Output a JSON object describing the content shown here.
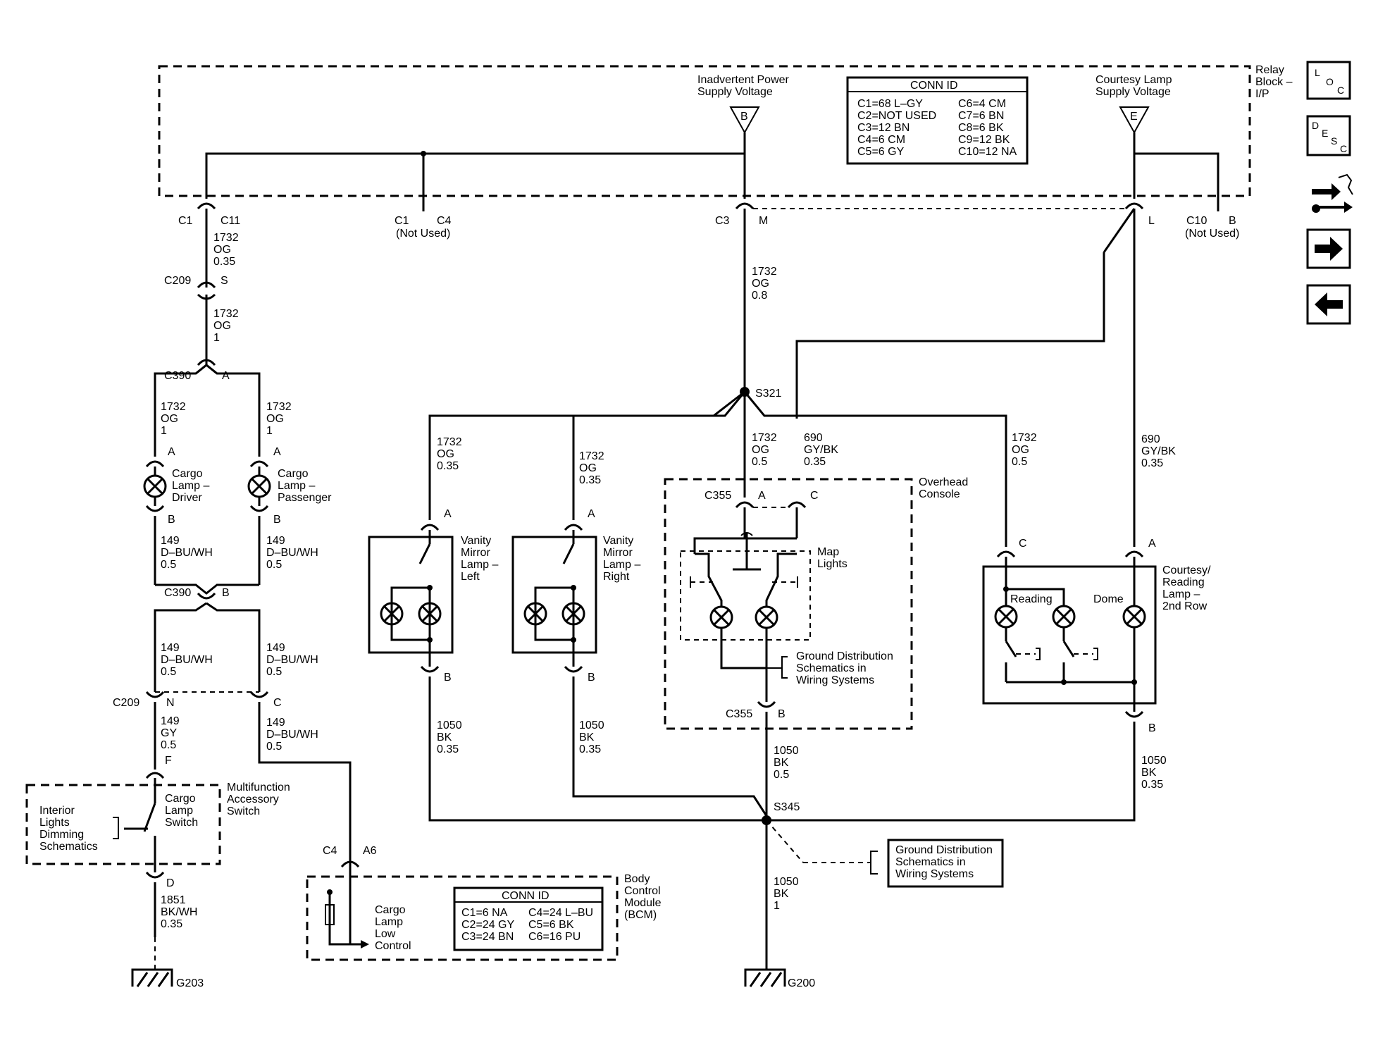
{
  "relay_block": {
    "label_1": "Relay",
    "label_2": "Block –",
    "label_3": "I/P"
  },
  "supplies": {
    "inadvertent": {
      "line1": "Inadvertent Power",
      "line2": "Supply Voltage",
      "pin": "B"
    },
    "courtesy": {
      "line1": "Courtesy Lamp",
      "line2": "Supply Voltage",
      "pin": "E"
    }
  },
  "conn_id_relay": {
    "title": "CONN ID",
    "left": [
      "C1=68 L–GY",
      "C2=NOT USED",
      "C3=12 BN",
      "C4=6 CM",
      "C5=6 GY"
    ],
    "right": [
      "C6=4 CM",
      "C7=6 BN",
      "C8=6 BK",
      "C9=12 BK",
      "C10=12 NA"
    ]
  },
  "conn_id_bcm": {
    "title": "CONN ID",
    "left": [
      "C1=6 NA",
      "C2=24 GY",
      "C3=24 BN"
    ],
    "right": [
      "C4=24 L–BU",
      "C5=6 BK",
      "C6=16 PU"
    ]
  },
  "nav": {
    "loc": [
      "L",
      "O",
      "C"
    ],
    "desc": [
      "D",
      "E",
      "S",
      "C"
    ]
  },
  "connectors": {
    "c1": "C1",
    "c11": "C11",
    "c1b": "C1",
    "c4": "C4",
    "not_used": "(Not Used)",
    "c3": "C3",
    "m": "M",
    "l": "L",
    "c10": "C10",
    "b": "B",
    "not_used2": "(Not Used)",
    "c209a": "C209",
    "s": "S",
    "c390a": "C390",
    "a": "A",
    "c390b": "C390",
    "b2": "B",
    "c209b": "C209",
    "n": "N",
    "c": "C",
    "f": "F",
    "d": "D",
    "c4b": "C4",
    "a6": "A6",
    "s321": "S321",
    "s345": "S345",
    "c355a": "C355",
    "c355b": "C355",
    "pin_a": "A",
    "pin_b": "B",
    "pin_c": "C"
  },
  "wires": {
    "w1732_og_035": [
      "1732",
      "OG",
      "0.35"
    ],
    "w1732_og_1": [
      "1732",
      "OG",
      "1"
    ],
    "w1732_og_08": [
      "1732",
      "OG",
      "0.8"
    ],
    "w1732_og_05": [
      "1732",
      "OG",
      "0.5"
    ],
    "w690": [
      "690",
      "GY/BK",
      "0.35"
    ],
    "w149_05": [
      "149",
      "D–BU/WH",
      "0.5"
    ],
    "w149_gy": [
      "149",
      "GY",
      "0.5"
    ],
    "w1851": [
      "1851",
      "BK/WH",
      "0.35"
    ],
    "w1050_035": [
      "1050",
      "BK",
      "0.35"
    ],
    "w1050_05": [
      "1050",
      "BK",
      "0.5"
    ],
    "w1050_1": [
      "1050",
      "BK",
      "1"
    ]
  },
  "components": {
    "cargo_driver": [
      "Cargo",
      "Lamp –",
      "Driver"
    ],
    "cargo_passenger": [
      "Cargo",
      "Lamp –",
      "Passenger"
    ],
    "vanity_left": [
      "Vanity",
      "Mirror",
      "Lamp –",
      "Left"
    ],
    "vanity_right": [
      "Vanity",
      "Mirror",
      "Lamp –",
      "Right"
    ],
    "overhead": [
      "Overhead",
      "Console"
    ],
    "map_lights": [
      "Map",
      "Lights"
    ],
    "courtesy": [
      "Courtesy/",
      "Reading",
      "Lamp –",
      "2nd Row"
    ],
    "reading": "Reading",
    "dome": "Dome",
    "multifunction": [
      "Multifunction",
      "Accessory",
      "Switch"
    ],
    "cargo_switch": [
      "Cargo",
      "Lamp",
      "Switch"
    ],
    "dimming": [
      "Interior",
      "Lights",
      "Dimming",
      "Schematics"
    ],
    "bcm": [
      "Body",
      "Control",
      "Module",
      "(BCM)"
    ],
    "cargo_low": [
      "Cargo",
      "Lamp",
      "Low",
      "Control"
    ],
    "ground_dist": [
      "Ground Distribution",
      "Schematics in",
      "Wiring Systems"
    ],
    "g203": "G203",
    "g200": "G200"
  }
}
